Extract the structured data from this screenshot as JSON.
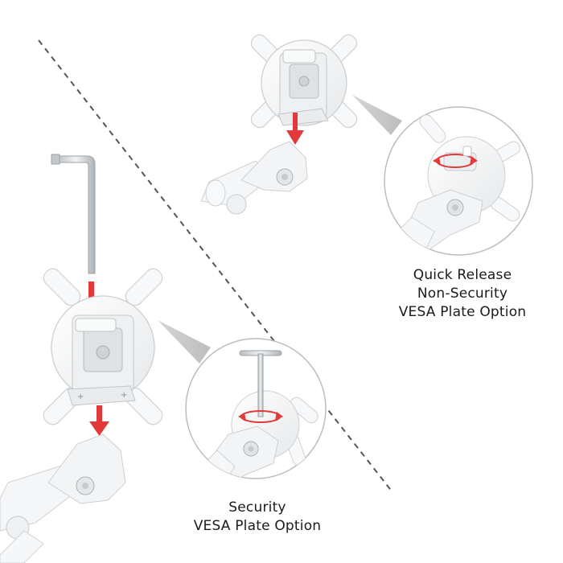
{
  "colors": {
    "background": "#ffffff",
    "accent_arrow": "#e23a3a",
    "part_white": "#f4f5f6",
    "part_outline": "#c9ccd0",
    "shadow": "#d8dadc",
    "metal": "#cfd3d6",
    "divider": "#555555",
    "callout_wedge": "#c8c8c8"
  },
  "captions": {
    "quick_release": {
      "line1": "Quick Release",
      "line2": "Non-Security",
      "line3": "VESA Plate Option"
    },
    "security": {
      "line1": "Security",
      "line2": "VESA Plate Option"
    }
  },
  "icons": [
    "divider-line",
    "vesa-plate-icon",
    "monitor-arm-icon",
    "hex-key-icon",
    "down-arrow-icon",
    "rotation-arrow-icon",
    "callout-circle"
  ]
}
